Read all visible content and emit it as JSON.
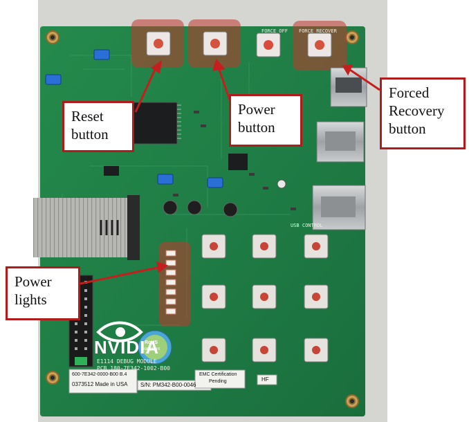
{
  "callouts": {
    "reset": [
      "Reset",
      "button"
    ],
    "power": [
      "Power",
      "button"
    ],
    "forced": [
      "Forced",
      "Recovery",
      "button"
    ],
    "lights": [
      "Power",
      "lights"
    ]
  },
  "board": {
    "logo": "NVIDIA",
    "title": "E1114 DEBUG MODULE",
    "pcb": "PCB 180-7E342-1002-B00",
    "rohs_line1": "RoHS",
    "rohs_line2": "Compliant",
    "emc_line1": "EMC Certification",
    "emc_line2": "Pending",
    "hf": "HF",
    "label_line1": "600-7E342-0000-B00 B.4",
    "label_line2": "0373512 Made in USA",
    "serial": "S/N: PM342-B00-0046",
    "force_off": "FORCE OFF",
    "force_recovery": "FORCE RECOVER",
    "usb_control": "USB CONTROL"
  },
  "colors": {
    "pcb": "#1f7d45",
    "highlight": "#c0392b",
    "callout_border": "#b01c1c"
  }
}
